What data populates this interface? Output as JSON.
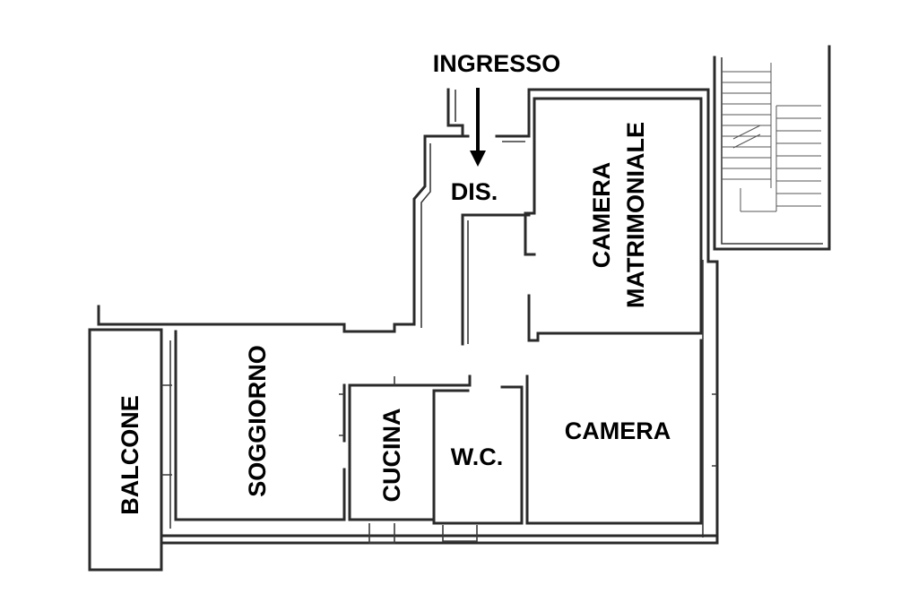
{
  "labels": {
    "entrance": "INGRESSO",
    "hallway": "DIS.",
    "master_bedroom_line1": "CAMERA",
    "master_bedroom_line2": "MATRIMONIALE",
    "living_room": "SOGGIORNO",
    "balcony": "BALCONE",
    "kitchen": "CUCINA",
    "wc": "W.C.",
    "bedroom": "CAMERA"
  },
  "colors": {
    "wall": "#2a2a2a",
    "background": "#ffffff",
    "text": "#000000"
  }
}
